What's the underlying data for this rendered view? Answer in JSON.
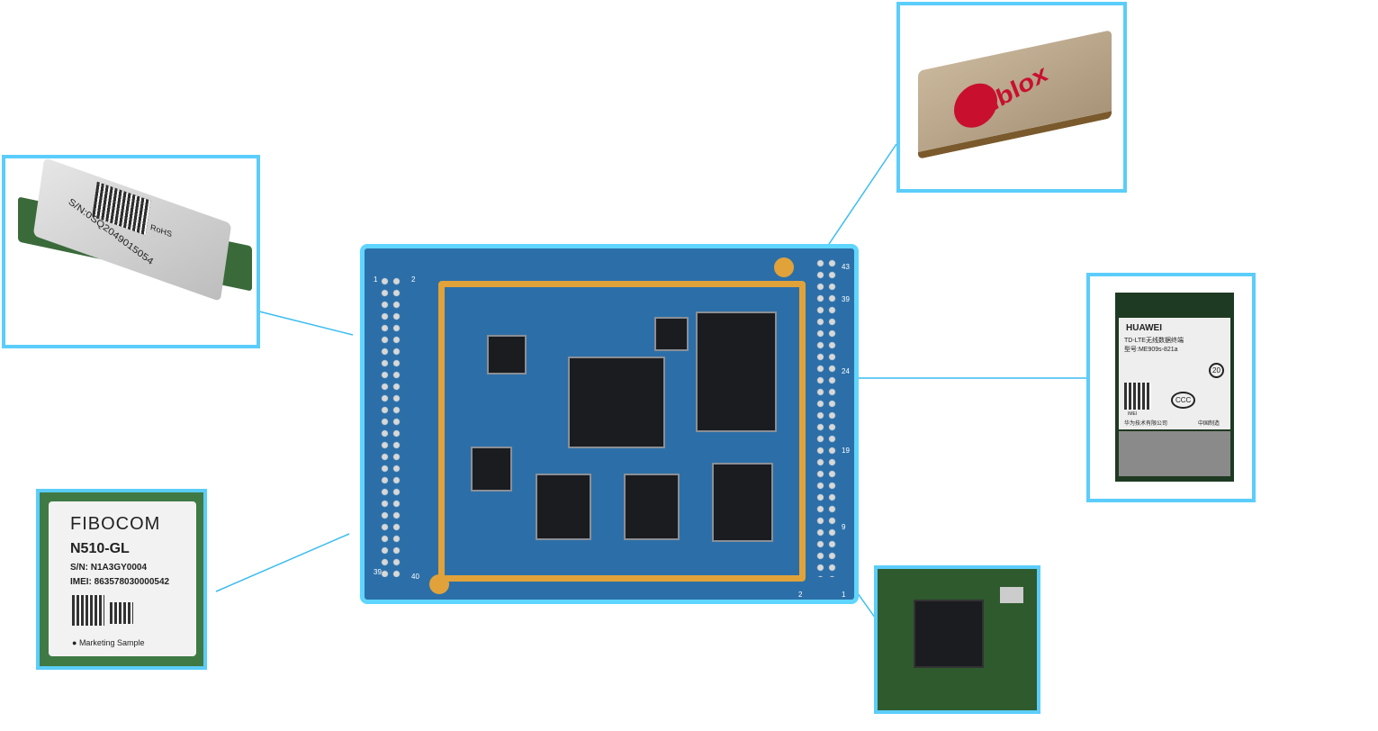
{
  "modules": {
    "wifi": {
      "serial": "S/N:0SQ2049015054",
      "mark": "RoHS"
    },
    "gps": {
      "brand": "ublox"
    },
    "lte": {
      "brand": "HUAWEI",
      "line1": "TD-LTE无线数据终端",
      "model": "型号:ME909s-821a",
      "badge": "20",
      "ccc": "CCC",
      "footer_left": "华为技术有限公司",
      "footer_right": "中国制造",
      "imei_label": "IMEI"
    },
    "nbiot": {
      "brand": "FIBOCOM",
      "model": "N510-GL",
      "serial": "S/N: N1A3GY0004",
      "imei": "IMEI: 863578030000542",
      "note": "Marketing Sample"
    }
  },
  "board": {
    "pin_labels": [
      "1",
      "2",
      "39",
      "40",
      "43",
      "39",
      "24",
      "19",
      "9",
      "2",
      "1"
    ]
  },
  "colors": {
    "accent": "#5bcdfb",
    "board": "#2c6fa8"
  }
}
